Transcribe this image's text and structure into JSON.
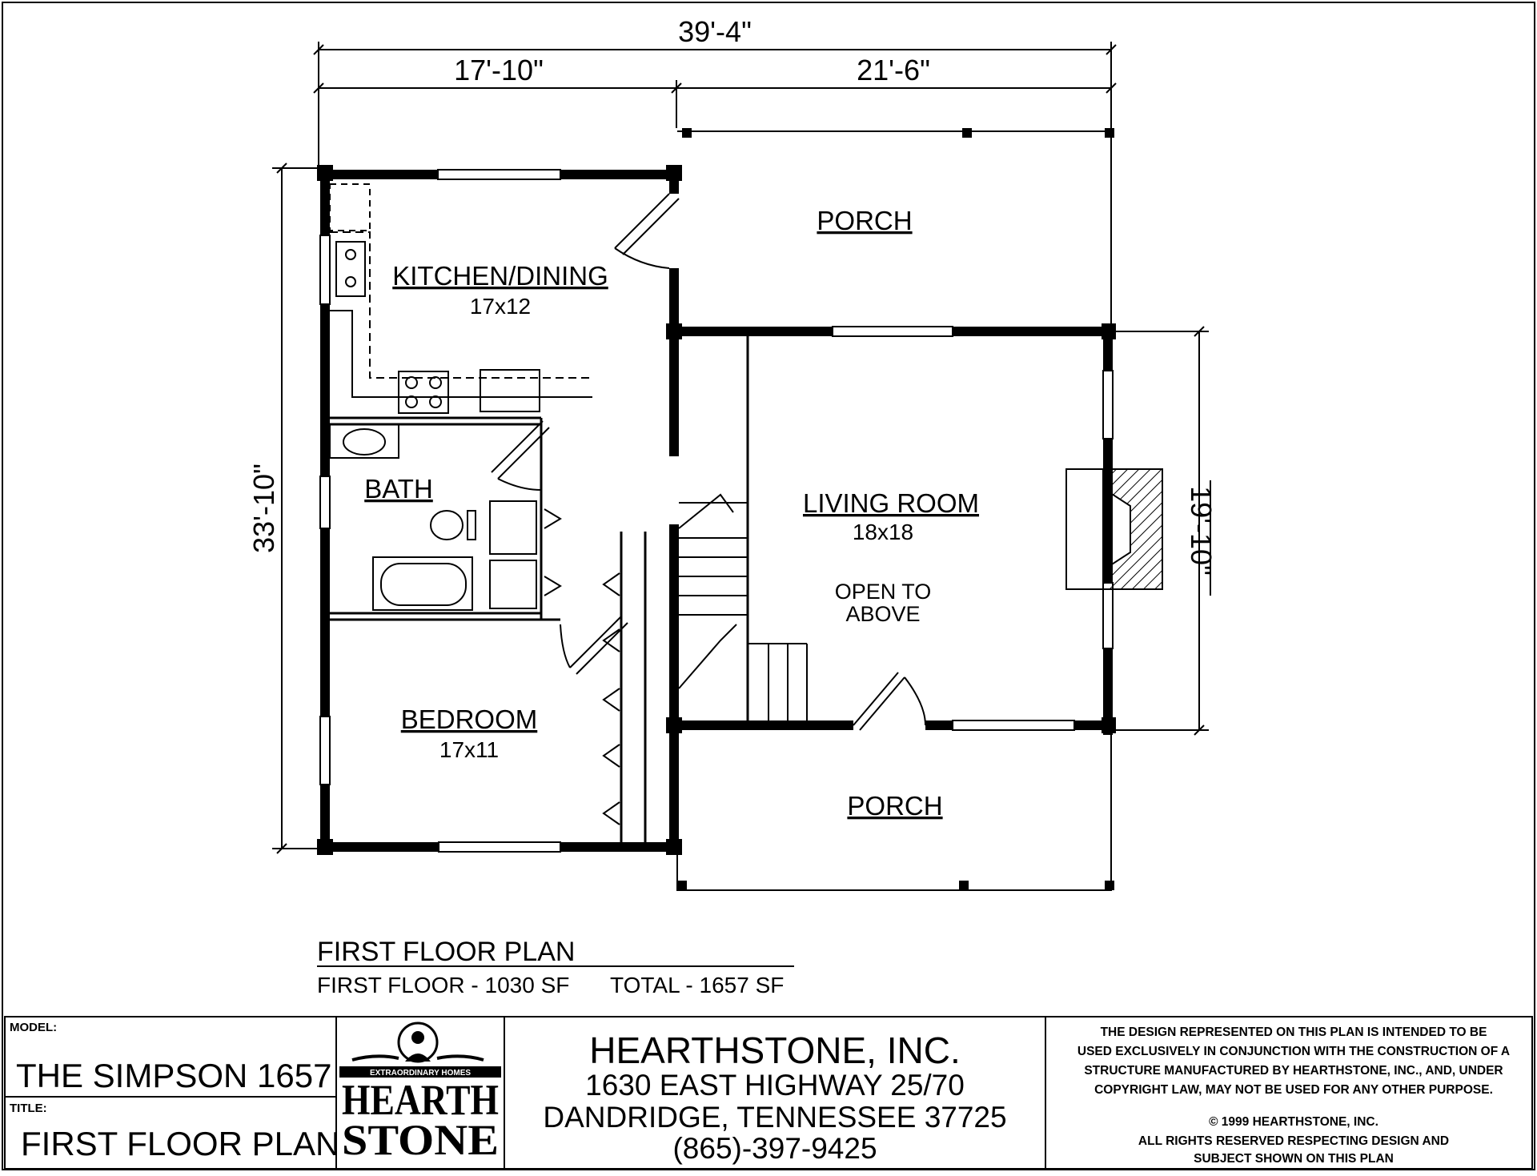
{
  "dimensions": {
    "overall_width": "39'-4\"",
    "left_width": "17'-10\"",
    "right_width": "21'-6\"",
    "overall_depth": "33'-10\"",
    "living_depth": "19'-10\""
  },
  "rooms": {
    "porch_top": "PORCH",
    "kitchen": {
      "name": "KITCHEN/DINING",
      "size": "17x12"
    },
    "bath": "BATH",
    "living": {
      "name": "LIVING ROOM",
      "size": "18x18",
      "note_line1": "OPEN TO",
      "note_line2": "ABOVE"
    },
    "bedroom": {
      "name": "BEDROOM",
      "size": "17x11"
    },
    "porch_bottom": "PORCH"
  },
  "plan_caption": {
    "title": "FIRST FLOOR PLAN",
    "floor_area": "FIRST FLOOR - 1030 SF",
    "total_area": "TOTAL - 1657 SF"
  },
  "title_block": {
    "model_label": "MODEL:",
    "model_value": "THE SIMPSON 1657",
    "title_label": "TITLE:",
    "title_value": "FIRST FLOOR PLAN",
    "logo_tagline": "EXTRAORDINARY HOMES",
    "logo_word1": "HEARTH",
    "logo_word2": "STONE",
    "company_name": "HEARTHSTONE, INC.",
    "address_line1": "1630 EAST HIGHWAY 25/70",
    "address_line2": "DANDRIDGE, TENNESSEE  37725",
    "phone": "(865)-397-9425",
    "legal_line1": "THE DESIGN REPRESENTED ON THIS PLAN IS INTENDED TO BE",
    "legal_line2": "USED EXCLUSIVELY IN CONJUNCTION WITH THE CONSTRUCTION OF A",
    "legal_line3": "STRUCTURE MANUFACTURED BY HEARTHSTONE, INC., AND, UNDER",
    "legal_line4": "COPYRIGHT LAW, MAY NOT BE USED FOR ANY OTHER PURPOSE.",
    "copyright_line": "© 1999 HEARTHSTONE, INC.",
    "rights_line1": "ALL RIGHTS RESERVED RESPECTING DESIGN AND",
    "rights_line2": "SUBJECT SHOWN ON THIS PLAN"
  }
}
